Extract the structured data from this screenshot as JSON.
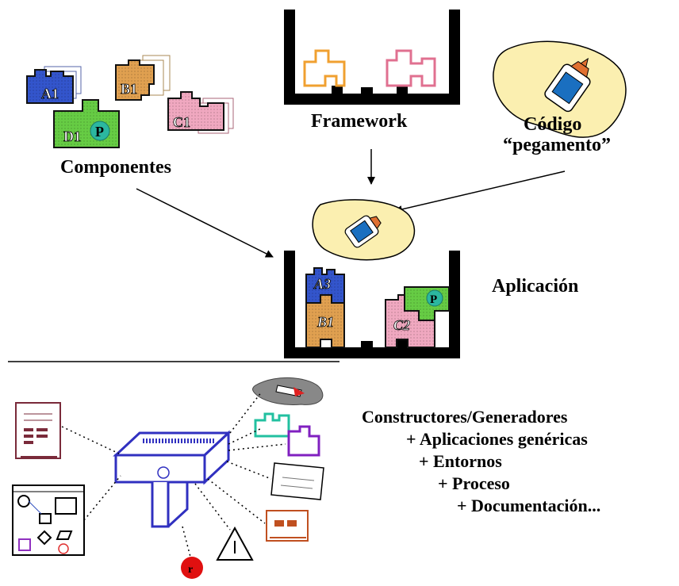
{
  "labels": {
    "components": "Componentes",
    "framework": "Framework",
    "glue_line1": "Código",
    "glue_line2": "“pegamento”",
    "application": "Aplicación"
  },
  "component_tags": {
    "a1": "A1",
    "b1": "B1",
    "c1": "C1",
    "d1": "D1",
    "p": "P"
  },
  "app_tags": {
    "a3": "A3",
    "b1": "B1",
    "c2": "C2",
    "p": "P"
  },
  "generators": {
    "title": "Constructores/Generadores",
    "items": [
      "+ Aplicaciones genéricas",
      "+ Entornos",
      "+ Proceso",
      "+ Documentación..."
    ]
  },
  "colors": {
    "blue": "#3355cc",
    "orange": "#e0a050",
    "pink": "#f0a8c0",
    "green": "#66cc44",
    "cream": "#fbefb0",
    "generator_blue": "#3030c0"
  }
}
